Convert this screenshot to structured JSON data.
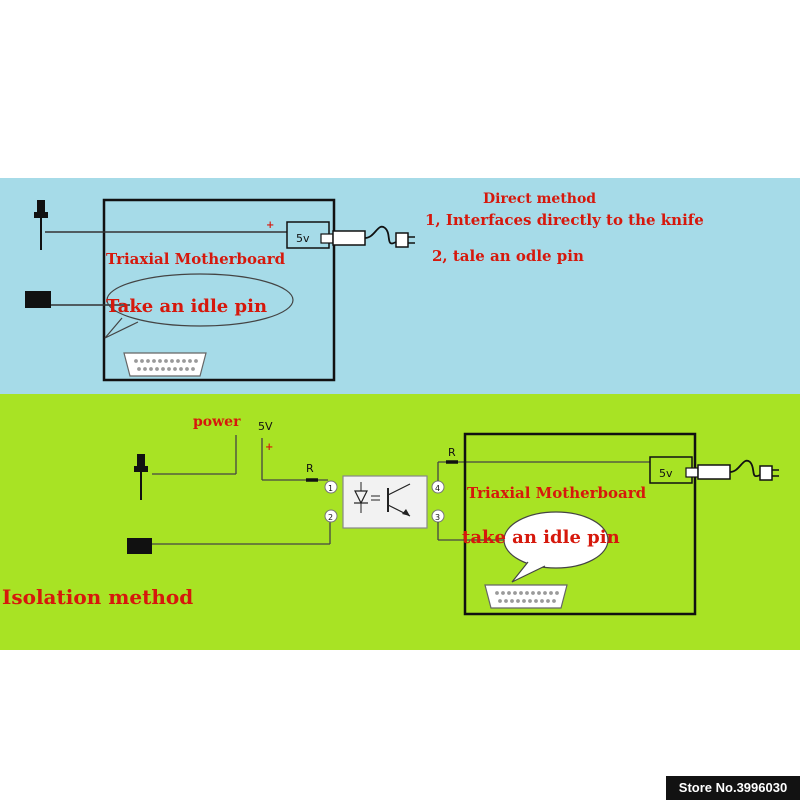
{
  "direct_section": {
    "title": "Direct method",
    "step1": "1, Interfaces directly to the knife",
    "step2": "2, tale an odle pin",
    "board_label": "Triaxial Motherboard",
    "idle_pin_label": "Take an idle pin",
    "supply_label": "5v",
    "plus_mark": "+"
  },
  "isolation_section": {
    "method_label": "Isolation method",
    "power_label": "power",
    "supply_label": "5V",
    "plus_mark": "+",
    "resistor_left": "R",
    "resistor_right": "R",
    "board_label": "Triaxial Motherboard",
    "idle_pin_label": "take an idle pin",
    "board_supply_label": "5v",
    "pins": [
      "1",
      "2",
      "3",
      "4"
    ]
  },
  "store_tag": "Store No.3996030",
  "colors": {
    "top_band": "#a6dbe8",
    "bottom_band": "#a8e324",
    "text_red": "#d6180c"
  }
}
